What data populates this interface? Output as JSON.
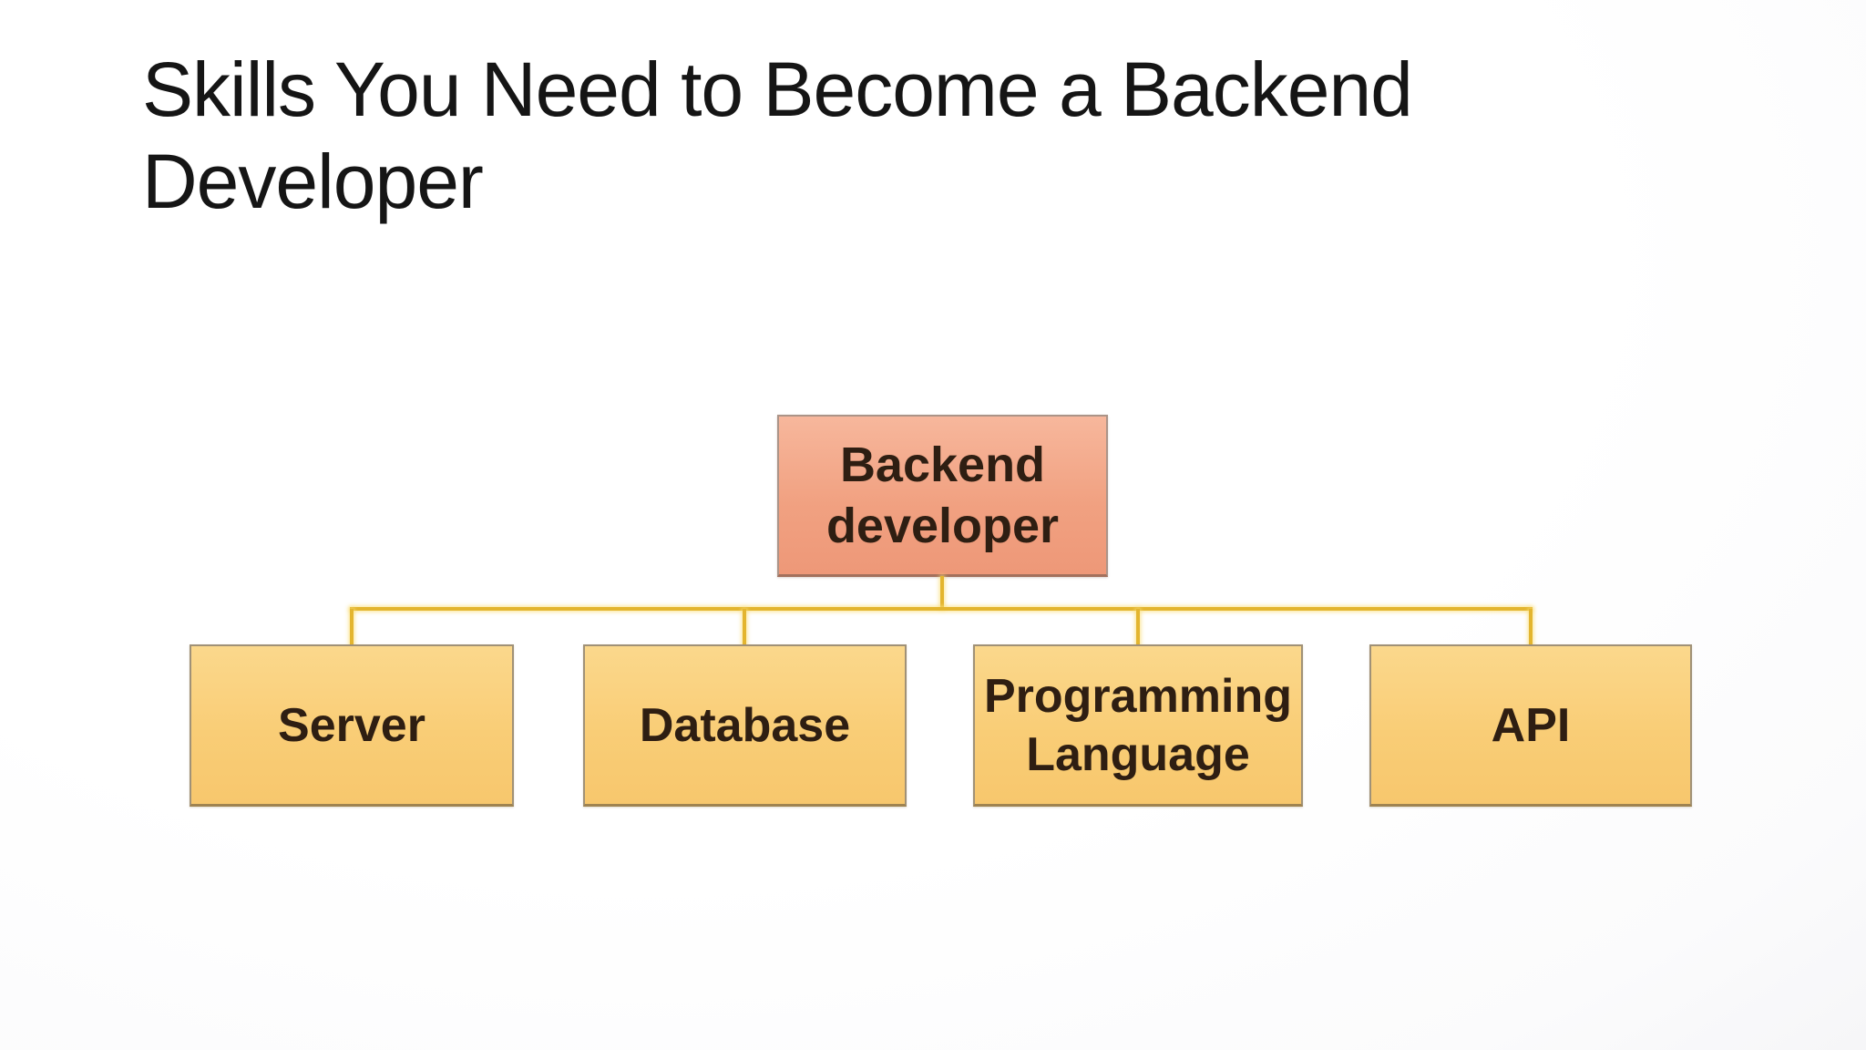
{
  "slide": {
    "title": "Skills You Need to Become a Backend Developer",
    "title_lines": [
      "Skills You Need to Become a Backend",
      "Developer"
    ]
  },
  "chart_data": {
    "type": "hierarchy-diagram",
    "title": "Skills You Need to Become a Backend Developer",
    "root": {
      "label": "Backend developer"
    },
    "children": [
      {
        "label": "Server"
      },
      {
        "label": "Database"
      },
      {
        "label": "Programming Language"
      },
      {
        "label": "API"
      }
    ],
    "layout": "org-chart: root box top-center, gold connector rail below it, four child boxes in one row",
    "colors": {
      "root_fill": "#f2a485",
      "root_border": "#ab9488",
      "child_fill": "#f9cd77",
      "child_border": "#a09177",
      "connector": "#e3b52f",
      "box_text": "#2e1e12",
      "title_text": "#151515",
      "background": "#ffffff"
    }
  }
}
